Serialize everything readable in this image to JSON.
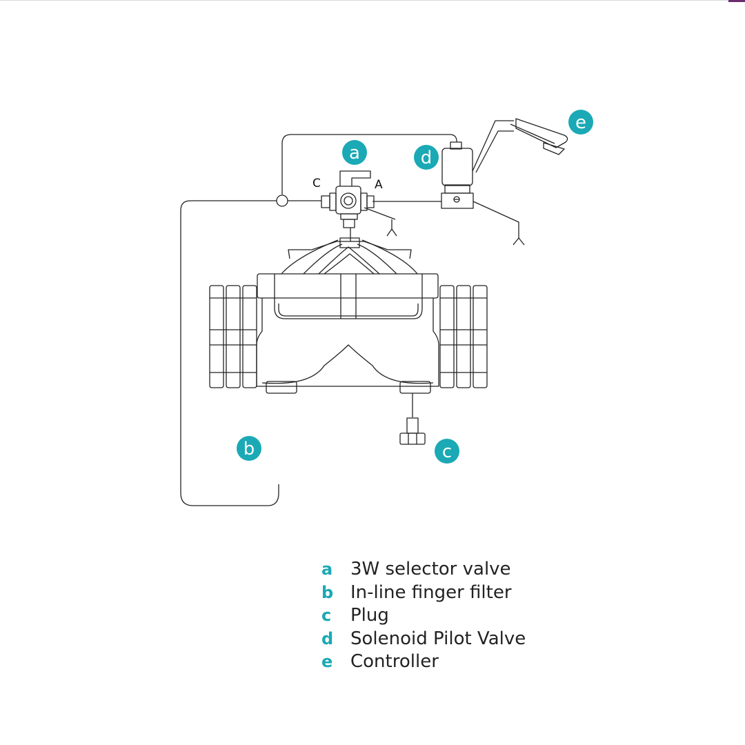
{
  "markers": [
    {
      "letter": "a",
      "color": "#1aa9b5"
    },
    {
      "letter": "b",
      "color": "#1aa9b5"
    },
    {
      "letter": "c",
      "color": "#1aa9b5"
    },
    {
      "letter": "d",
      "color": "#1aa9b5"
    },
    {
      "letter": "e",
      "color": "#1aa9b5"
    }
  ],
  "port_labels": {
    "left": "C",
    "right": "A"
  },
  "legend": [
    {
      "letter": "a",
      "text": "3W selector valve"
    },
    {
      "letter": "b",
      "text": "In-line finger filter"
    },
    {
      "letter": "c",
      "text": "Plug"
    },
    {
      "letter": "d",
      "text": "Solenoid Pilot Valve"
    },
    {
      "letter": "e",
      "text": "Controller"
    }
  ],
  "colors": {
    "accent": "#1aa9b5",
    "line": "#222222",
    "text": "#222222"
  }
}
